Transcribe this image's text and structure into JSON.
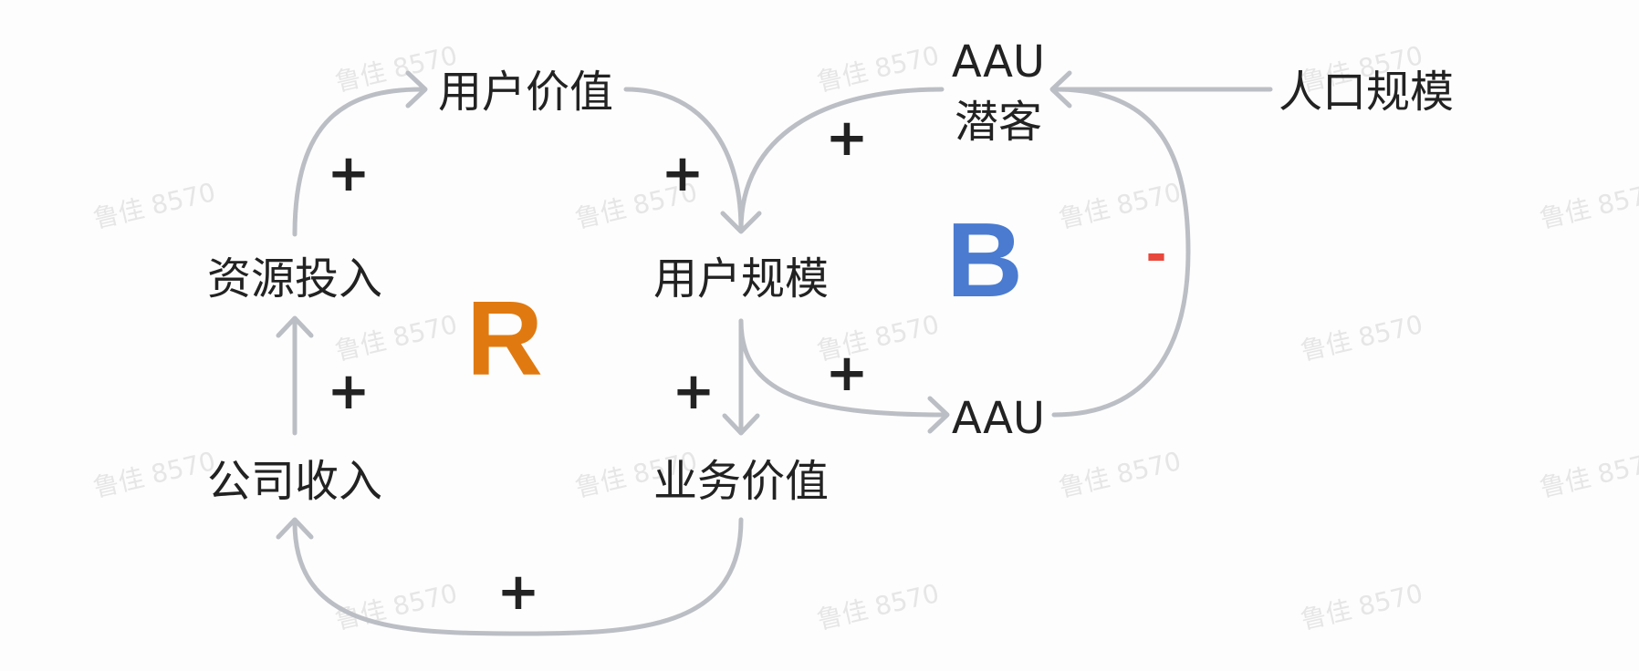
{
  "watermark": "鲁佳 8570",
  "nodes": {
    "user_value": "用户价值",
    "resource_input": "资源投入",
    "company_revenue": "公司收入",
    "user_scale": "用户规模",
    "business_value": "业务价值",
    "aau_potential_line1": "AAU",
    "aau_potential_line2": "潜客",
    "aau": "AAU",
    "population": "人口规模"
  },
  "polarity": {
    "resource_to_user_value": "+",
    "user_value_to_user_scale": "+",
    "revenue_to_resource": "+",
    "user_scale_to_business_value": "+",
    "business_value_to_revenue": "+",
    "potential_to_user_scale": "+",
    "user_scale_to_aau": "+",
    "aau_to_potential": "-"
  },
  "loops": {
    "reinforcing": "R",
    "balancing": "B"
  },
  "colors": {
    "arrow": "#bbbec4",
    "text": "#222222",
    "reinforcing": "#e07a10",
    "balancing": "#4a7bd0",
    "negative": "#e8483c",
    "watermark": "#e6e6e6"
  }
}
